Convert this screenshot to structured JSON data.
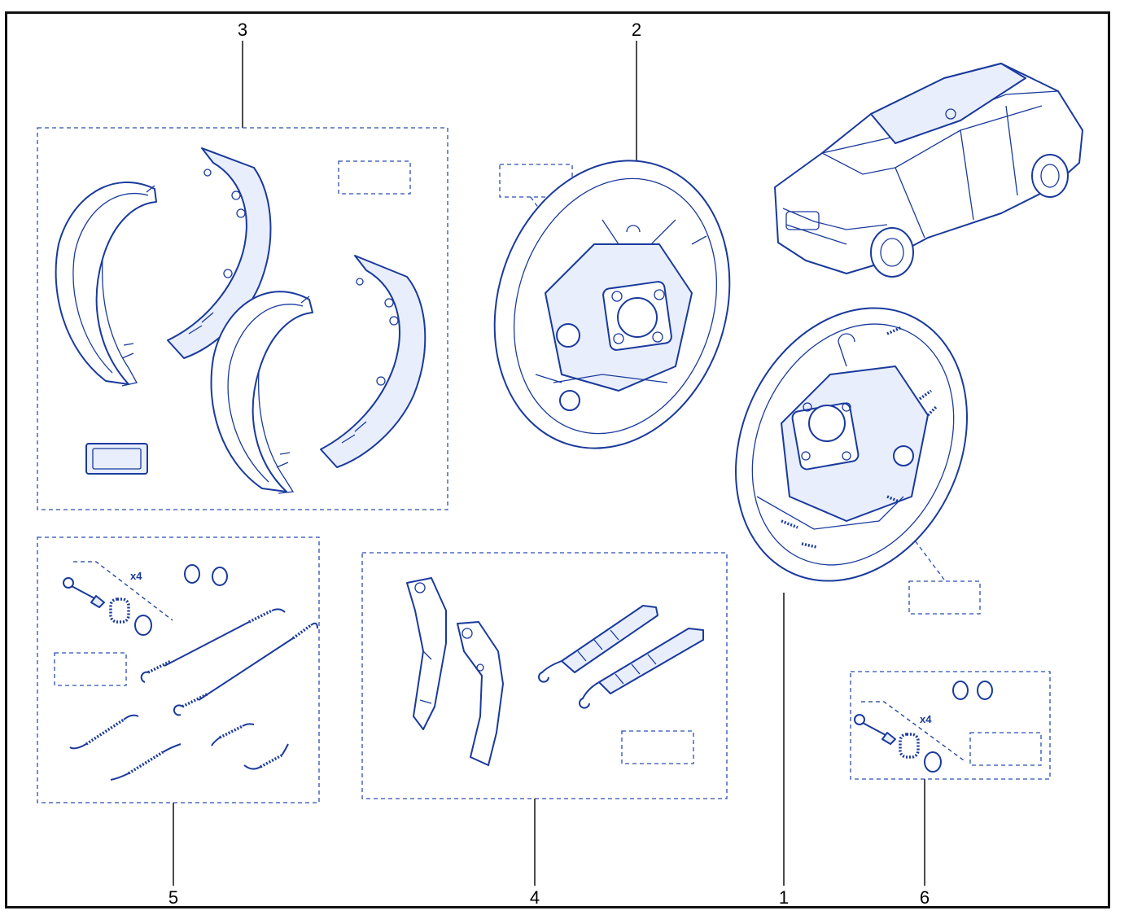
{
  "diagram": {
    "callouts": [
      {
        "id": "1",
        "label": "1"
      },
      {
        "id": "2",
        "label": "2"
      },
      {
        "id": "3",
        "label": "3"
      },
      {
        "id": "4",
        "label": "4"
      },
      {
        "id": "5",
        "label": "5"
      },
      {
        "id": "6",
        "label": "6"
      }
    ],
    "quantity_marks": {
      "kit5": "x4",
      "kit6": "x4"
    },
    "colors": {
      "line_art": "#1a3a9c",
      "dashed_box": "#2b4fb0",
      "leader": "#000000",
      "frame": "#111111"
    }
  }
}
